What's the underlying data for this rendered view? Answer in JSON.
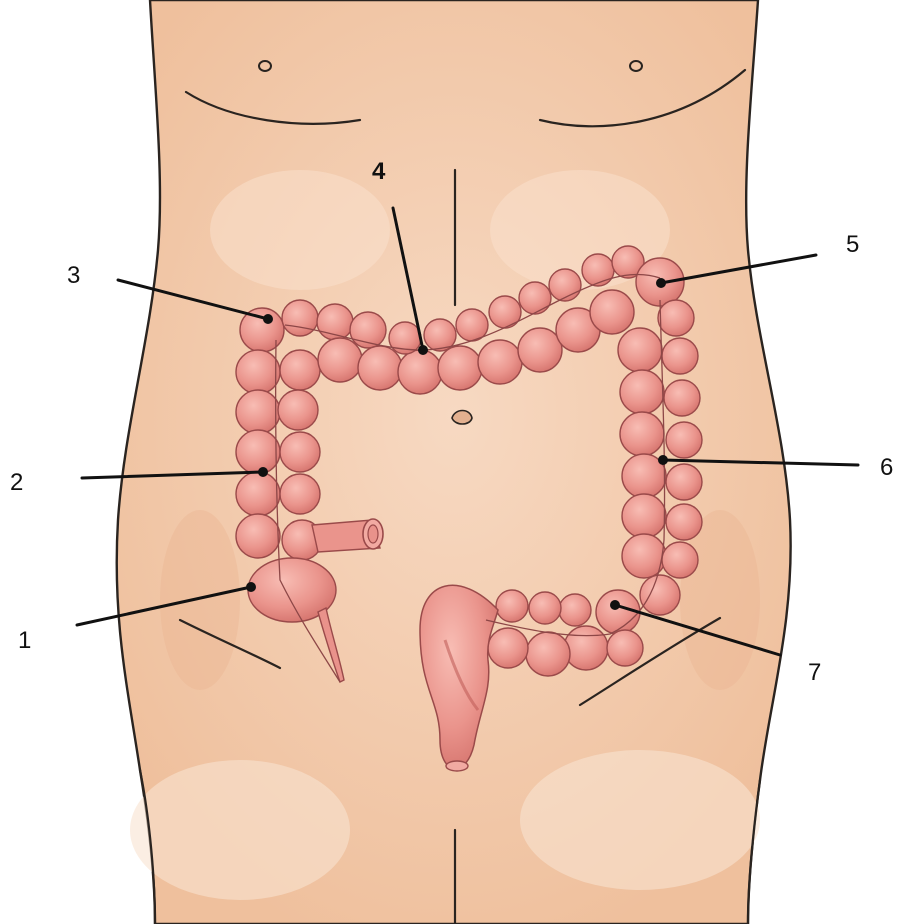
{
  "diagram": {
    "labels": [
      {
        "id": "1",
        "text": "1"
      },
      {
        "id": "2",
        "text": "2"
      },
      {
        "id": "3",
        "text": "3"
      },
      {
        "id": "4",
        "text": "4"
      },
      {
        "id": "5",
        "text": "5"
      },
      {
        "id": "6",
        "text": "6"
      },
      {
        "id": "7",
        "text": "7"
      }
    ],
    "colors": {
      "skin": "#f3c9a8",
      "skin_shade": "#eab491",
      "colon": "#e9928b",
      "colon_highlight": "#f6b6ad",
      "colon_shadow": "#cf6d68",
      "outline": "#2a2420",
      "label": "#111111"
    }
  }
}
